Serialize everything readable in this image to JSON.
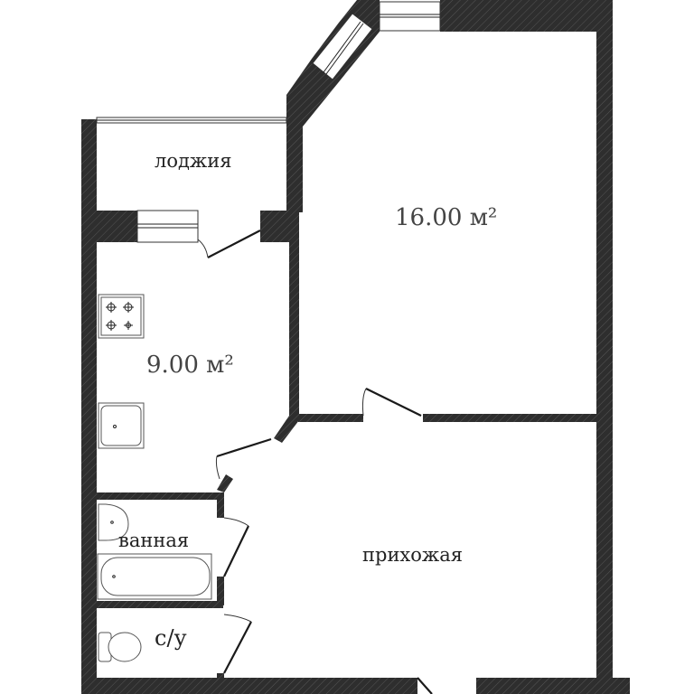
{
  "floor_plan": {
    "rooms": [
      {
        "id": "loggia",
        "name": "лоджия",
        "area": null
      },
      {
        "id": "living_room",
        "name": null,
        "area": "16.00 м²"
      },
      {
        "id": "kitchen",
        "name": null,
        "area": "9.00 м²"
      },
      {
        "id": "bathroom",
        "name": "ванная",
        "area": null
      },
      {
        "id": "toilet",
        "name": "с/у",
        "area": null
      },
      {
        "id": "hallway",
        "name": "прихожая",
        "area": null
      }
    ],
    "fixtures": [
      "stove",
      "sink",
      "washbasin",
      "bathtub",
      "toilet"
    ],
    "colors": {
      "wall": "#2e2e2e",
      "background": "#ffffff",
      "text": "#222222",
      "area_text": "#444444"
    }
  }
}
